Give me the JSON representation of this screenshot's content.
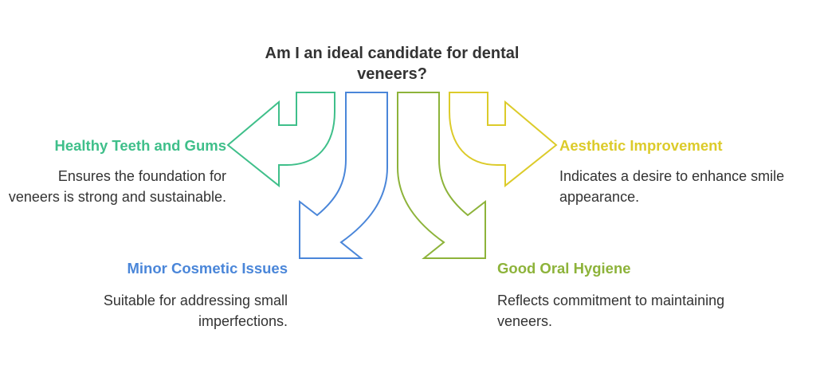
{
  "title": "Am I an ideal candidate for dental veneers?",
  "colors": {
    "green": "#3fbf8a",
    "blue": "#4a86d9",
    "olive": "#8db33a",
    "yellow": "#dccb2a"
  },
  "items": [
    {
      "heading": "Healthy Teeth and Gums",
      "description": "Ensures the foundation for veneers is strong and sustainable.",
      "color": "#3fbf8a"
    },
    {
      "heading": "Minor Cosmetic Issues",
      "description": "Suitable for addressing small imperfections.",
      "color": "#4a86d9"
    },
    {
      "heading": "Aesthetic Improvement",
      "description": "Indicates a desire to enhance smile appearance.",
      "color": "#dccb2a"
    },
    {
      "heading": "Good Oral Hygiene",
      "description": "Reflects commitment to maintaining veneers.",
      "color": "#8db33a"
    }
  ]
}
